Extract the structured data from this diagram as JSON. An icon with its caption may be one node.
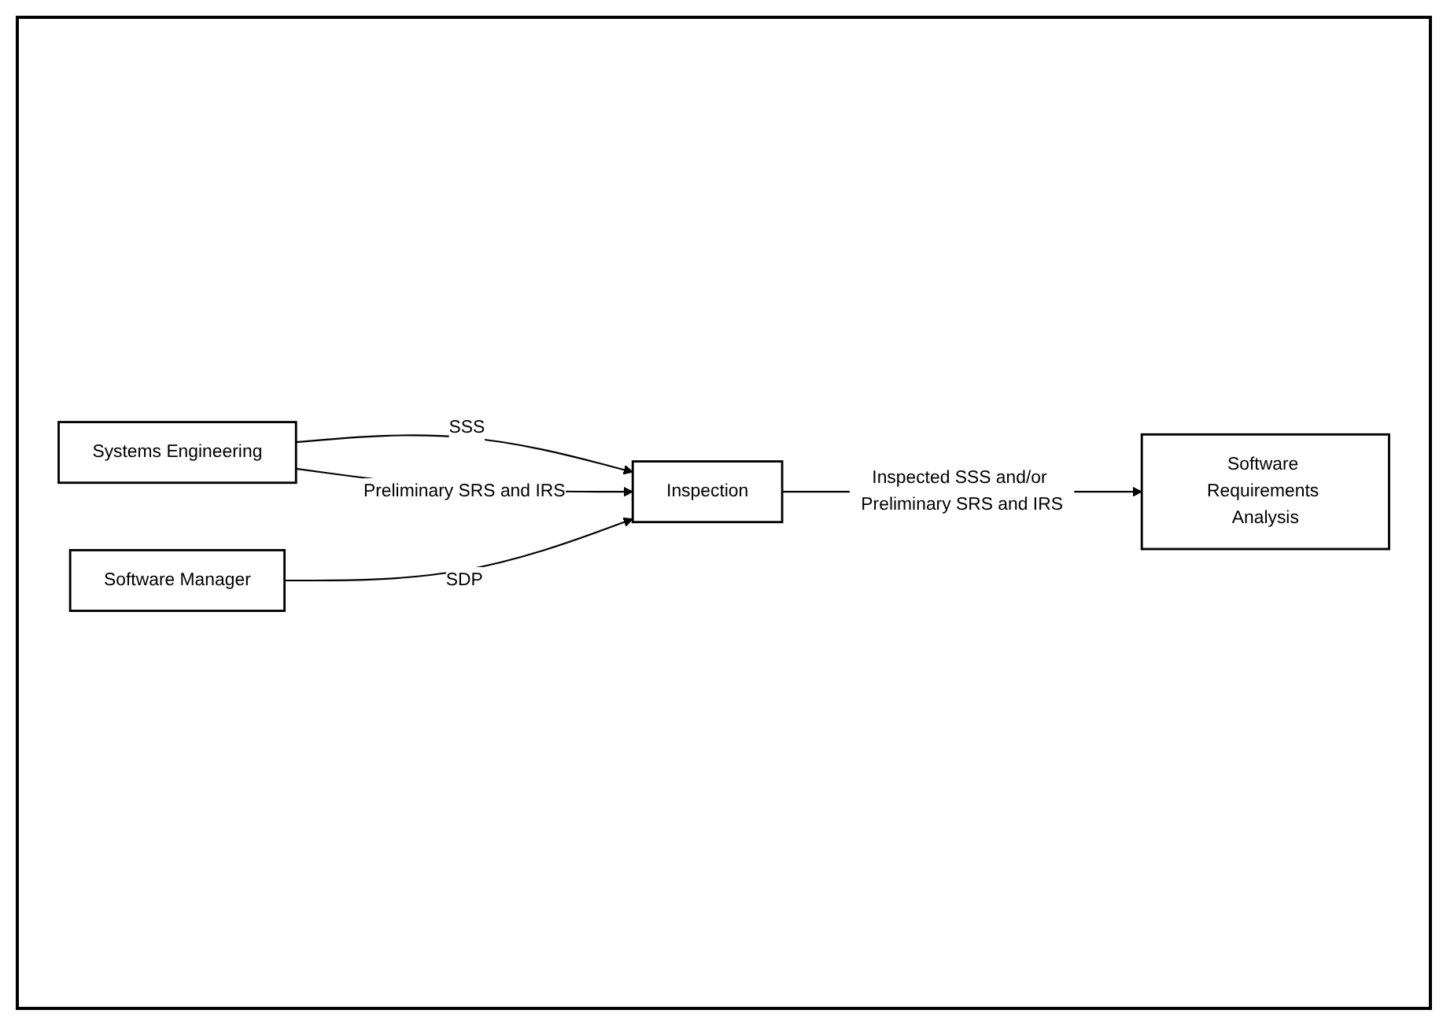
{
  "diagram": {
    "nodes": [
      {
        "text": [
          "Systems Engineering"
        ]
      },
      {
        "text": [
          "Software Manager"
        ]
      },
      {
        "text": [
          "Inspection"
        ]
      },
      {
        "text": [
          "Software Requirements Analysis"
        ]
      }
    ],
    "edges": [
      {
        "from": 0,
        "to": 2,
        "arrow": "to",
        "label": "SSS"
      },
      {
        "from": 0,
        "to": 2,
        "arrow": "to",
        "label": "Preliminary SRS and IRS"
      },
      {
        "from": 1,
        "to": 2,
        "arrow": "to",
        "label": "SDP"
      },
      {
        "from": 2,
        "to": 3,
        "arrow": "to",
        "label": "Inspected SSS and/or Preliminary SRS and IRS"
      }
    ]
  }
}
